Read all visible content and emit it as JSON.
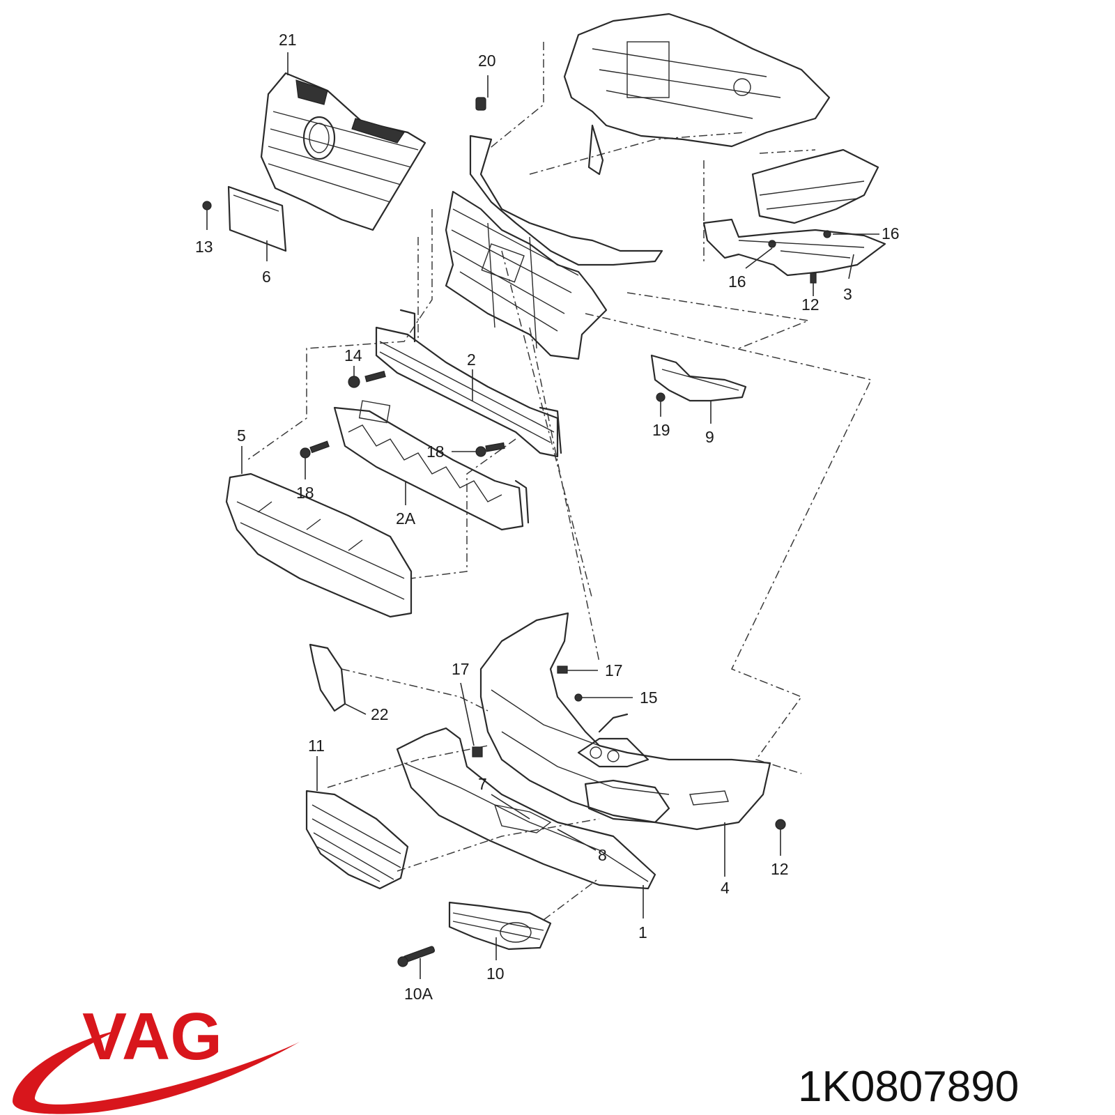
{
  "brand": {
    "name": "VAG",
    "color": "#d8161c"
  },
  "part_number": "1K0807890",
  "callouts": {
    "c21": "21",
    "c20": "20",
    "c13": "13",
    "c6": "6",
    "c16a": "16",
    "c16b": "16",
    "c12a": "12",
    "c3": "3",
    "c14": "14",
    "c2": "2",
    "c5": "5",
    "c18a": "18",
    "c18b": "18",
    "c2A": "2A",
    "c19": "19",
    "c9": "9",
    "c17a": "17",
    "c17b": "17",
    "c15": "15",
    "c22": "22",
    "c11": "11",
    "c7": "7",
    "c8": "8",
    "c12b": "12",
    "c4": "4",
    "c1": "1",
    "c10": "10",
    "c10A": "10A"
  }
}
